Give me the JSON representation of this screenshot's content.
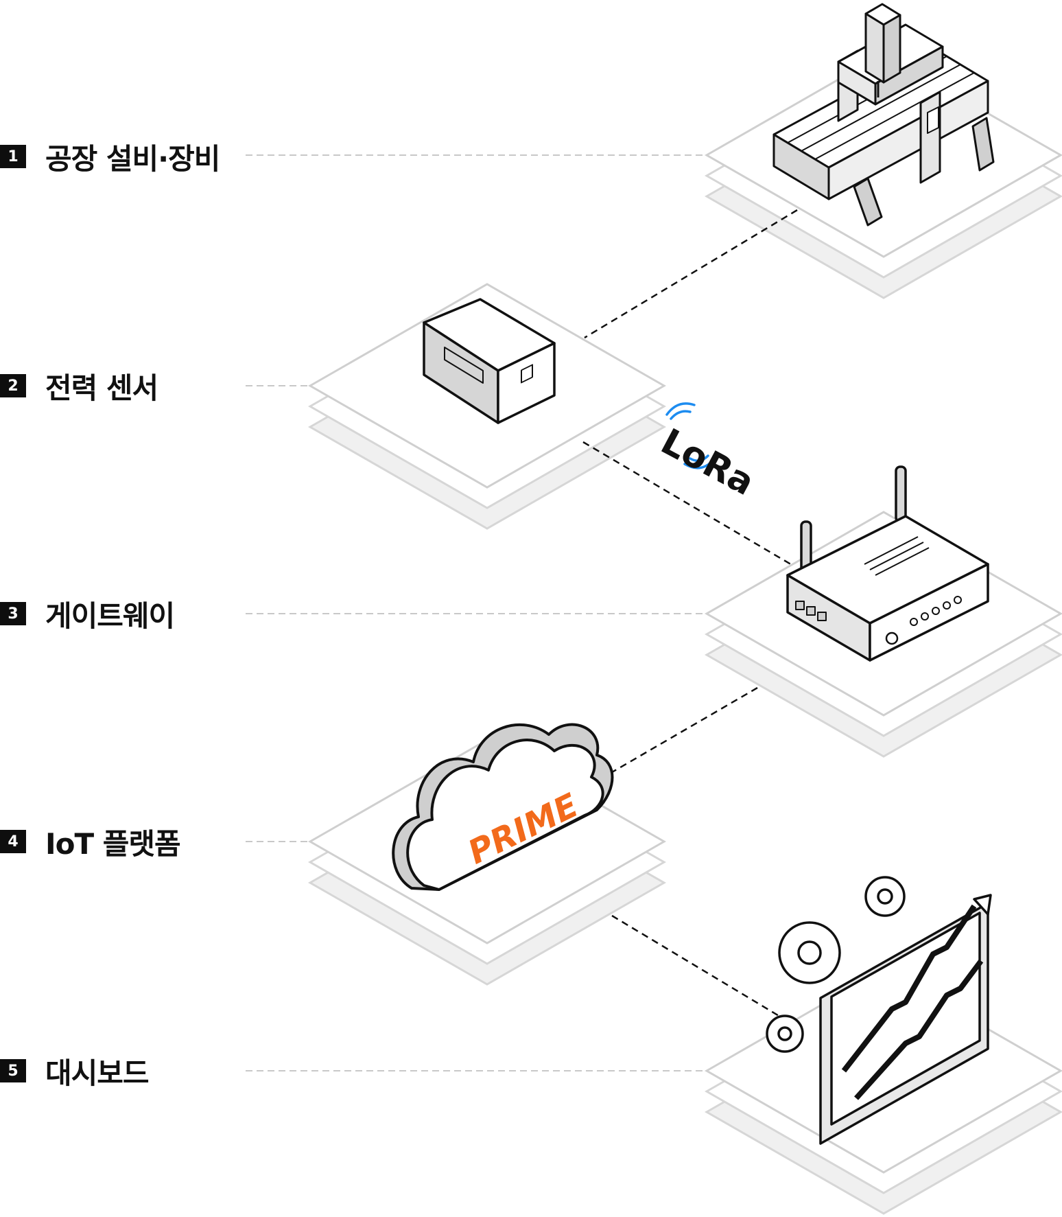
{
  "steps": [
    {
      "number": "1",
      "label": "공장 설비·장비"
    },
    {
      "number": "2",
      "label": "전력 센서"
    },
    {
      "number": "3",
      "label": "게이트웨이"
    },
    {
      "number": "4",
      "label": "IoT 플랫폼"
    },
    {
      "number": "5",
      "label": "대시보드"
    }
  ],
  "lora_text": "LoRa",
  "cloud_brand": "PRIME",
  "colors": {
    "lora_blue": "#1d8cf0",
    "prime_orange": "#f26a1b",
    "platform_stroke": "#cfcfcf",
    "platform_fill": "#f1f1f1",
    "icon_stroke": "#111111",
    "icon_gray": "#c9c9c9"
  },
  "icons": [
    "cnc-machine-icon",
    "power-sensor-icon",
    "lora-wave-icon",
    "gateway-router-icon",
    "cloud-icon",
    "dashboard-monitor-icon",
    "gear-icon"
  ]
}
